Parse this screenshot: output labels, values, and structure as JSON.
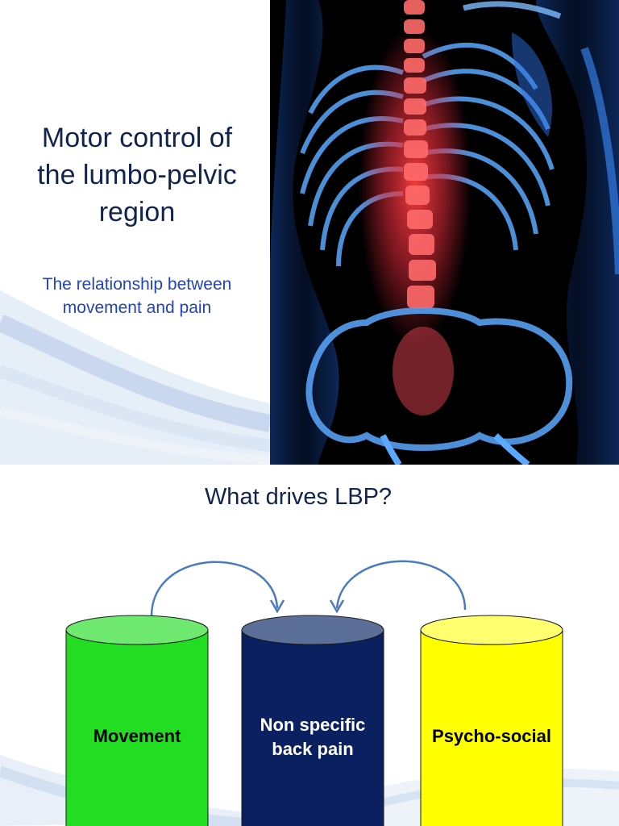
{
  "slide1": {
    "title": "Motor control of the lumbo-pelvic region",
    "subtitle": "The relationship between movement and pain"
  },
  "slide2": {
    "heading": "What drives LBP?",
    "cylinders": [
      {
        "label": "Movement",
        "color": "#22dd22"
      },
      {
        "label": "Non specific back pain",
        "color": "#0a2060"
      },
      {
        "label": "Psycho-social",
        "color": "#ffff00"
      }
    ]
  },
  "colors": {
    "title": "#13234f",
    "subtitle": "#2343b8",
    "arrow": "#4a7ac0",
    "skeleton": "#3a8cff",
    "spine_glow": "#ff3030"
  }
}
